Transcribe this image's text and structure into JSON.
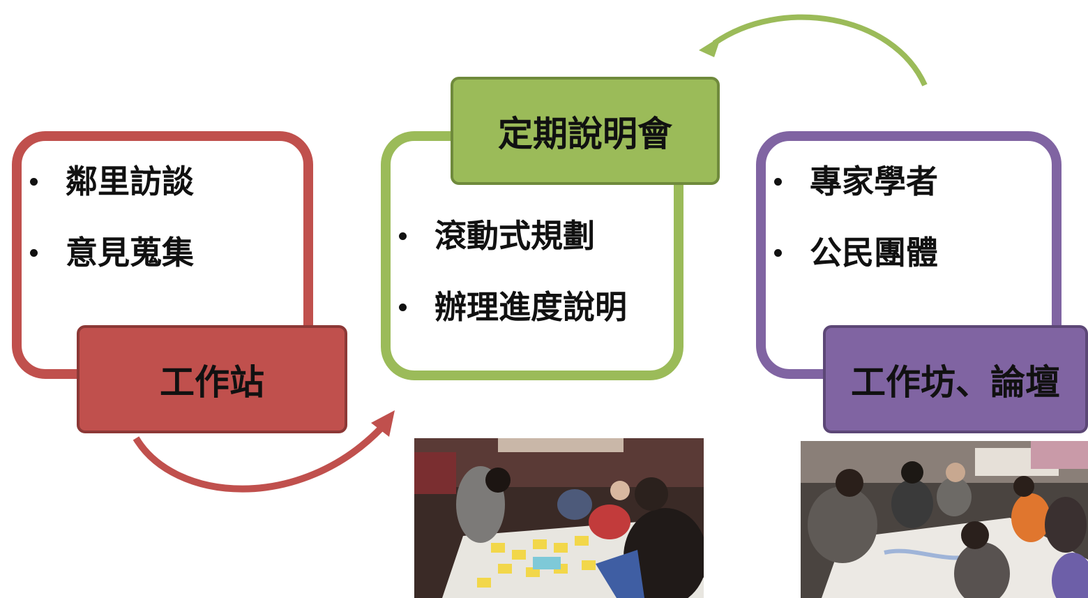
{
  "colors": {
    "red": "#c0504d",
    "red_border": "#8c3836",
    "green": "#9bbb59",
    "green_border": "#6f8a3c",
    "purple": "#8064a2",
    "purple_border": "#5c4776"
  },
  "left": {
    "items": [
      "鄰里訪談",
      "意見蒐集"
    ],
    "tab": "工作站"
  },
  "middle": {
    "tab": "定期說明會",
    "items": [
      "滾動式規劃",
      "辦理進度說明"
    ]
  },
  "right": {
    "items": [
      "專家學者",
      "公民團體"
    ],
    "tab": "工作坊、論壇"
  }
}
